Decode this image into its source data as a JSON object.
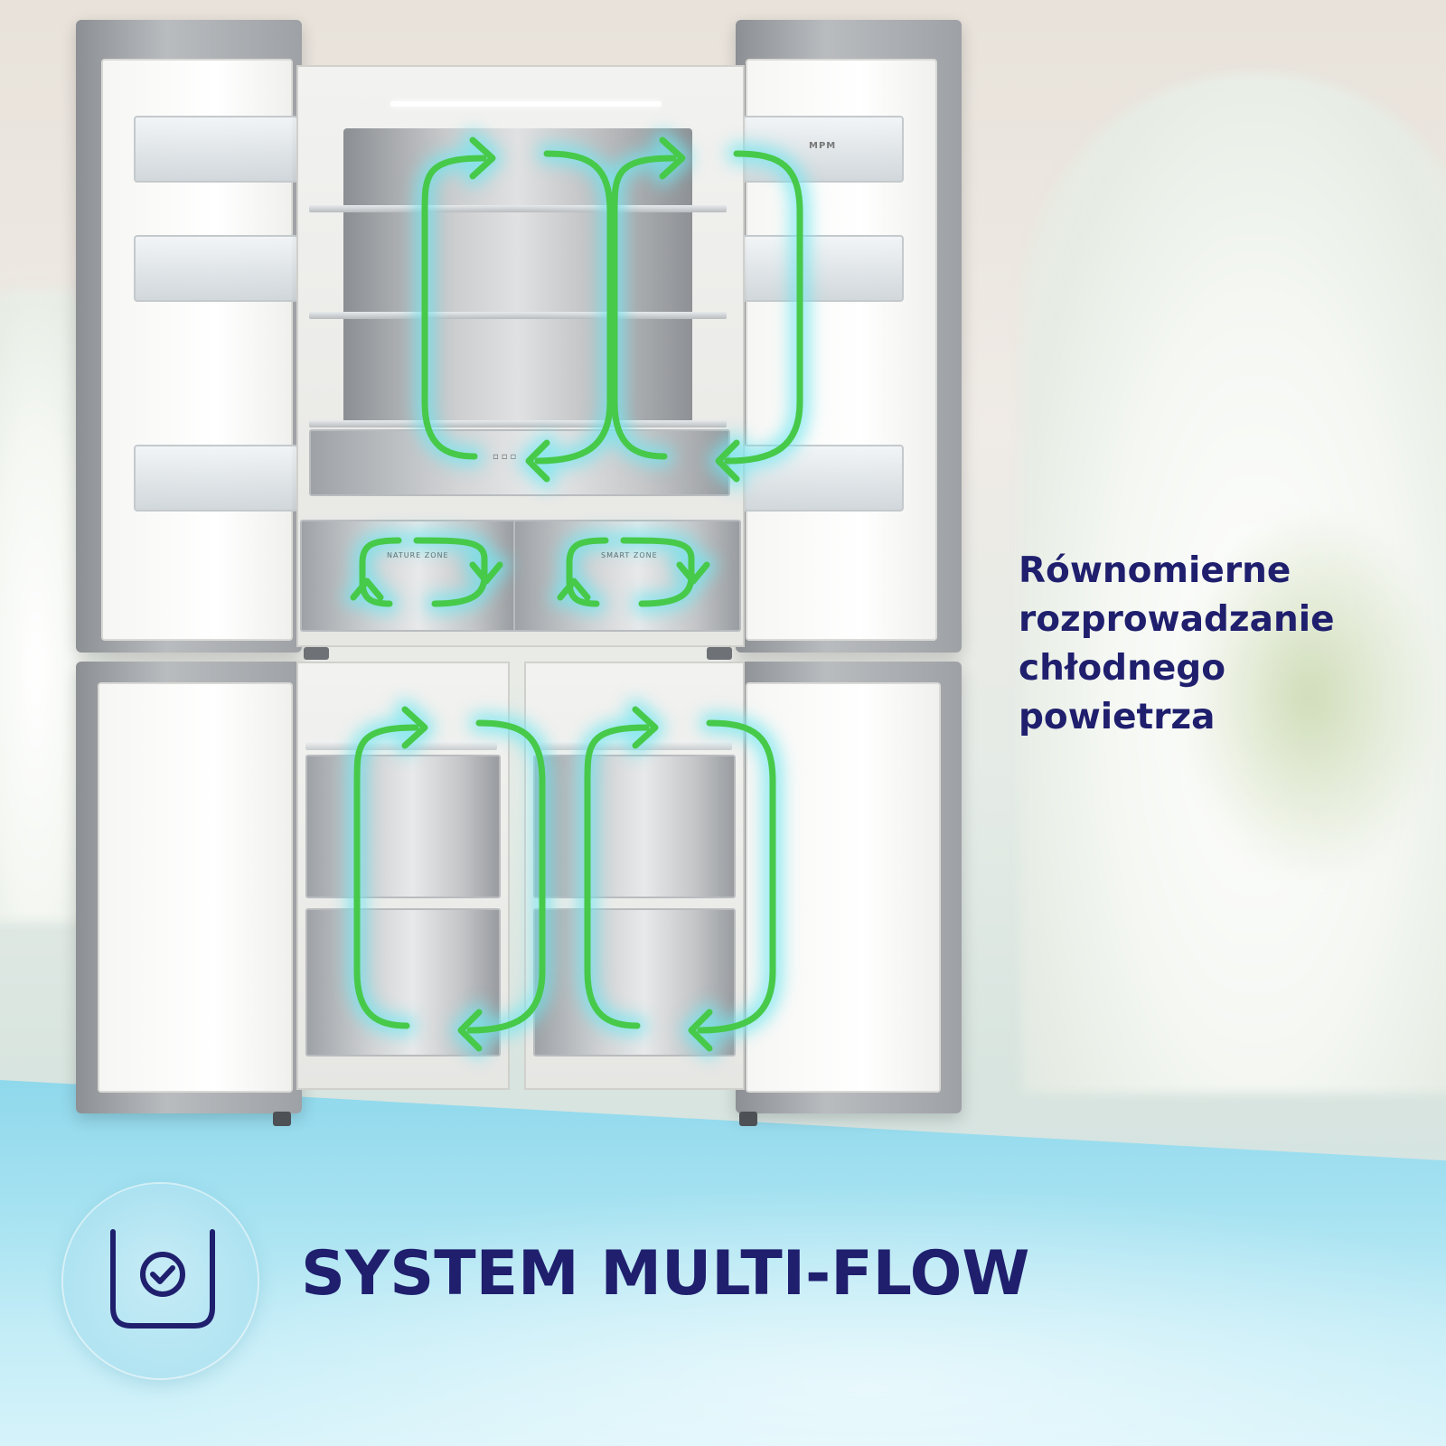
{
  "headline": {
    "lines": [
      "Równomierne",
      "rozprowadzanie",
      "chłodnego",
      "powietrza"
    ]
  },
  "title": "SYSTEM MULTI-FLOW",
  "fridge": {
    "brand": "MPM",
    "zone_left": "NATURE ZONE",
    "zone_right": "SMART ZONE"
  },
  "icons": {
    "badge": "checkbox-frame-icon",
    "airflow": "circular-arrow-icon"
  },
  "colors": {
    "text": "#1f1f6e",
    "arrow": "#47c94a",
    "arrow_glow": "#6fe6f0",
    "floor": "#a6e2f1"
  }
}
